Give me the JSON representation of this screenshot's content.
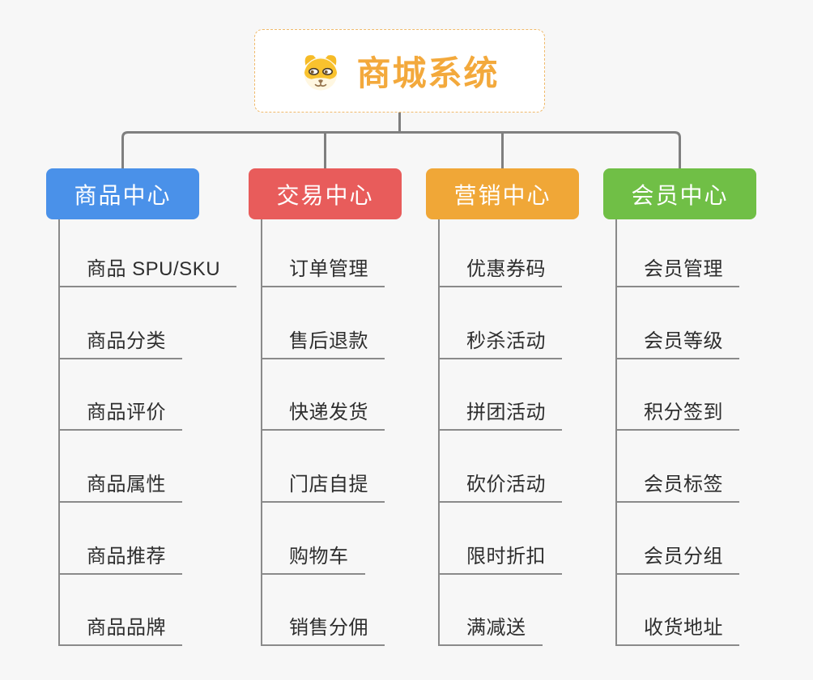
{
  "root": {
    "title": "商城系统",
    "icon": "dog-face-icon"
  },
  "branches": [
    {
      "label": "商品中心",
      "color": "#4a91e9",
      "items": [
        "商品 SPU/SKU",
        "商品分类",
        "商品评价",
        "商品属性",
        "商品推荐",
        "商品品牌"
      ]
    },
    {
      "label": "交易中心",
      "color": "#e85c5b",
      "items": [
        "订单管理",
        "售后退款",
        "快递发货",
        "门店自提",
        "购物车",
        "销售分佣"
      ]
    },
    {
      "label": "营销中心",
      "color": "#f0a737",
      "items": [
        "优惠券码",
        "秒杀活动",
        "拼团活动",
        "砍价活动",
        "限时折扣",
        "满减送"
      ]
    },
    {
      "label": "会员中心",
      "color": "#70bf46",
      "items": [
        "会员管理",
        "会员等级",
        "积分签到",
        "会员标签",
        "会员分组",
        "收货地址"
      ]
    }
  ],
  "colors": {
    "background": "#f7f7f7",
    "connector": "#7f7f7f",
    "underline": "#8a8a8a",
    "root_accent": "#f3a93c",
    "root_border": "#f0ba6b",
    "item_text": "#2e2e2e"
  }
}
